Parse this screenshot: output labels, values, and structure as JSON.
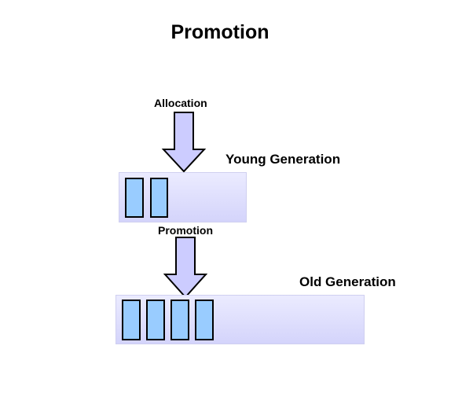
{
  "title": "Promotion",
  "labels": {
    "allocation": "Allocation",
    "promotion": "Promotion",
    "young_generation": "Young Generation",
    "old_generation": "Old Generation"
  },
  "colors": {
    "region_fill_top": "#ebebff",
    "region_fill_bottom": "#d4d4fb",
    "arrow_fill": "#ccccff",
    "block_fill": "#99ccff",
    "outline": "#000000"
  },
  "young_generation": {
    "object_count": 2
  },
  "old_generation": {
    "object_count": 4
  }
}
